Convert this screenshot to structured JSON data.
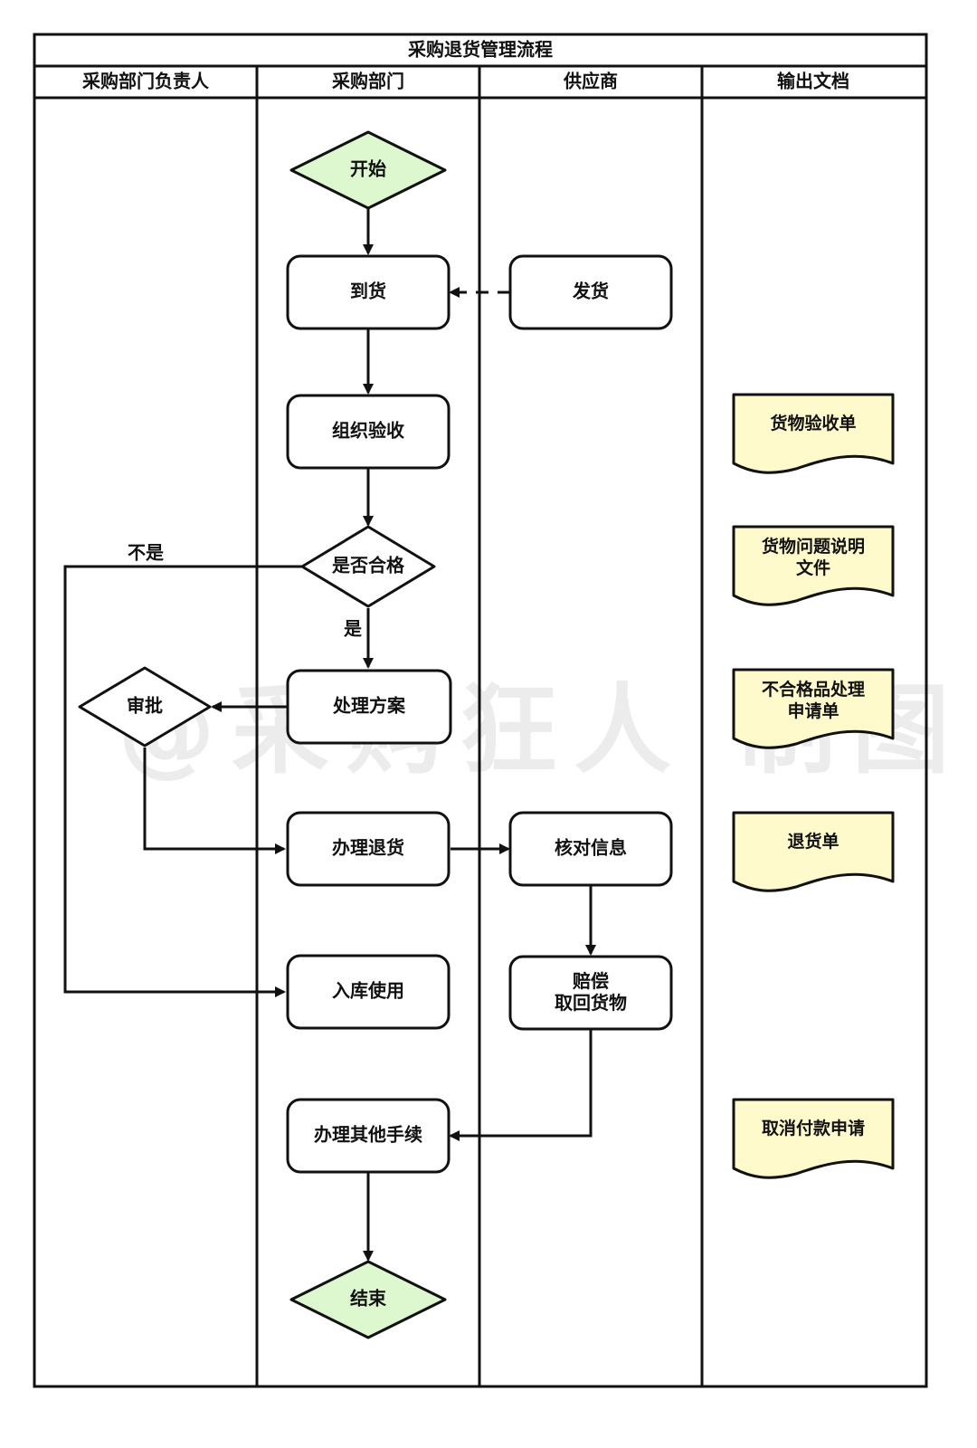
{
  "title": "采购退货管理流程",
  "watermark": "@采购狂人 制图",
  "colors": {
    "terminal_fill": "#ddf7cf",
    "document_fill": "#fffacb",
    "stroke": "#111111"
  },
  "lanes": [
    {
      "id": "head",
      "label": "采购部门负责人"
    },
    {
      "id": "dept",
      "label": "采购部门"
    },
    {
      "id": "supplier",
      "label": "供应商"
    },
    {
      "id": "docs",
      "label": "输出文档"
    }
  ],
  "nodes": {
    "start": {
      "label": "开始",
      "shape": "terminal",
      "lane": "dept"
    },
    "arrive": {
      "label": "到货",
      "shape": "process",
      "lane": "dept"
    },
    "ship": {
      "label": "发货",
      "shape": "process",
      "lane": "supplier"
    },
    "inspect": {
      "label": "组织验收",
      "shape": "process",
      "lane": "dept"
    },
    "qualified": {
      "label": "是否合格",
      "shape": "decision",
      "lane": "dept"
    },
    "plan": {
      "label": "处理方案",
      "shape": "process",
      "lane": "dept"
    },
    "approve": {
      "label": "审批",
      "shape": "decision",
      "lane": "head"
    },
    "return": {
      "label": "办理退货",
      "shape": "process",
      "lane": "dept"
    },
    "verify": {
      "label": "核对信息",
      "shape": "process",
      "lane": "supplier"
    },
    "stock": {
      "label": "入库使用",
      "shape": "process",
      "lane": "dept"
    },
    "compensate": {
      "label": "赔偿\n取回货物",
      "shape": "process",
      "lane": "supplier"
    },
    "other": {
      "label": "办理其他手续",
      "shape": "process",
      "lane": "dept"
    },
    "end": {
      "label": "结束",
      "shape": "terminal",
      "lane": "dept"
    }
  },
  "documents": [
    {
      "id": "doc1",
      "label": "货物验收单"
    },
    {
      "id": "doc2",
      "label": "货物问题说明\n文件"
    },
    {
      "id": "doc3",
      "label": "不合格品处理\n申请单"
    },
    {
      "id": "doc4",
      "label": "退货单"
    },
    {
      "id": "doc5",
      "label": "取消付款申请"
    }
  ],
  "edges": [
    {
      "from": "start",
      "to": "arrive",
      "label": "",
      "style": "solid"
    },
    {
      "from": "ship",
      "to": "arrive",
      "label": "",
      "style": "dashed"
    },
    {
      "from": "arrive",
      "to": "inspect",
      "label": "",
      "style": "solid"
    },
    {
      "from": "inspect",
      "to": "qualified",
      "label": "",
      "style": "solid"
    },
    {
      "from": "qualified",
      "to": "plan",
      "label": "是",
      "style": "solid"
    },
    {
      "from": "qualified",
      "to": "stock",
      "label": "不是",
      "style": "solid"
    },
    {
      "from": "plan",
      "to": "approve",
      "label": "",
      "style": "solid"
    },
    {
      "from": "approve",
      "to": "return",
      "label": "",
      "style": "solid"
    },
    {
      "from": "return",
      "to": "verify",
      "label": "",
      "style": "solid"
    },
    {
      "from": "verify",
      "to": "compensate",
      "label": "",
      "style": "solid"
    },
    {
      "from": "compensate",
      "to": "other",
      "label": "",
      "style": "solid"
    },
    {
      "from": "other",
      "to": "end",
      "label": "",
      "style": "solid"
    }
  ]
}
